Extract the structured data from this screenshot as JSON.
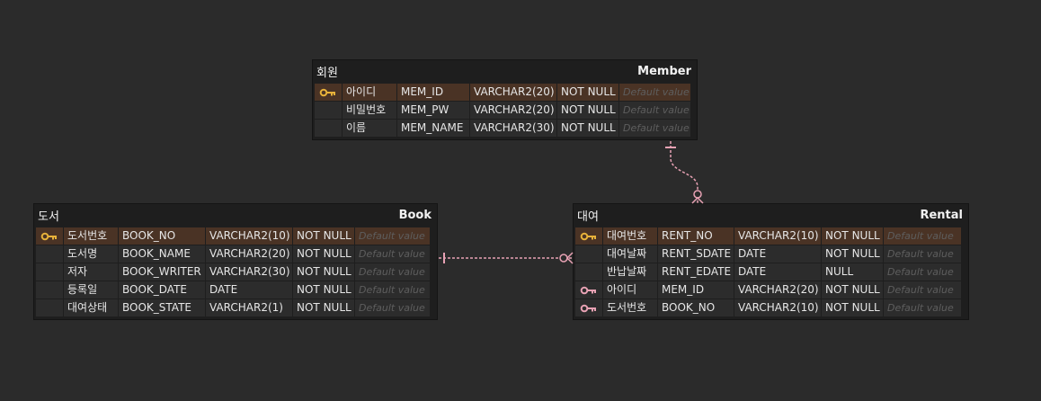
{
  "entities": {
    "member": {
      "kor": "회원",
      "eng": "Member",
      "rows": [
        {
          "key": "pk",
          "kor": "아이디",
          "col": "MEM_ID",
          "type": "VARCHAR2(20)",
          "nn": "NOT NULL",
          "def": "Default value"
        },
        {
          "key": "",
          "kor": "비밀번호",
          "col": "MEM_PW",
          "type": "VARCHAR2(20)",
          "nn": "NOT NULL",
          "def": "Default value"
        },
        {
          "key": "",
          "kor": "이름",
          "col": "MEM_NAME",
          "type": "VARCHAR2(30)",
          "nn": "NOT NULL",
          "def": "Default value"
        }
      ]
    },
    "book": {
      "kor": "도서",
      "eng": "Book",
      "rows": [
        {
          "key": "pk",
          "kor": "도서번호",
          "col": "BOOK_NO",
          "type": "VARCHAR2(10)",
          "nn": "NOT NULL",
          "def": "Default value"
        },
        {
          "key": "",
          "kor": "도서명",
          "col": "BOOK_NAME",
          "type": "VARCHAR2(20)",
          "nn": "NOT NULL",
          "def": "Default value"
        },
        {
          "key": "",
          "kor": "저자",
          "col": "BOOK_WRITER",
          "type": "VARCHAR2(30)",
          "nn": "NOT NULL",
          "def": "Default value"
        },
        {
          "key": "",
          "kor": "등록일",
          "col": "BOOK_DATE",
          "type": "DATE",
          "nn": "NOT NULL",
          "def": "Default value"
        },
        {
          "key": "",
          "kor": "대여상태",
          "col": "BOOK_STATE",
          "type": "VARCHAR2(1)",
          "nn": "NOT NULL",
          "def": "Default value"
        }
      ]
    },
    "rental": {
      "kor": "대여",
      "eng": "Rental",
      "rows": [
        {
          "key": "pk",
          "kor": "대여번호",
          "col": "RENT_NO",
          "type": "VARCHAR2(10)",
          "nn": "NOT NULL",
          "def": "Default value"
        },
        {
          "key": "",
          "kor": "대여날짜",
          "col": "RENT_SDATE",
          "type": "DATE",
          "nn": "NOT NULL",
          "def": "Default value"
        },
        {
          "key": "",
          "kor": "반납날짜",
          "col": "RENT_EDATE",
          "type": "DATE",
          "nn": "NULL",
          "def": "Default value"
        },
        {
          "key": "fk",
          "kor": "아이디",
          "col": "MEM_ID",
          "type": "VARCHAR2(20)",
          "nn": "NOT NULL",
          "def": "Default value"
        },
        {
          "key": "fk",
          "kor": "도서번호",
          "col": "BOOK_NO",
          "type": "VARCHAR2(10)",
          "nn": "NOT NULL",
          "def": "Default value"
        }
      ]
    }
  },
  "colors": {
    "background": "#2b2b2b",
    "pk_row": "#4a3325",
    "pk_key": "#e8b23a",
    "fk_key": "#e8a2b4",
    "relationship": "#e8a2b4"
  },
  "icons": {
    "pk": "primary-key-icon",
    "fk": "foreign-key-icon"
  }
}
